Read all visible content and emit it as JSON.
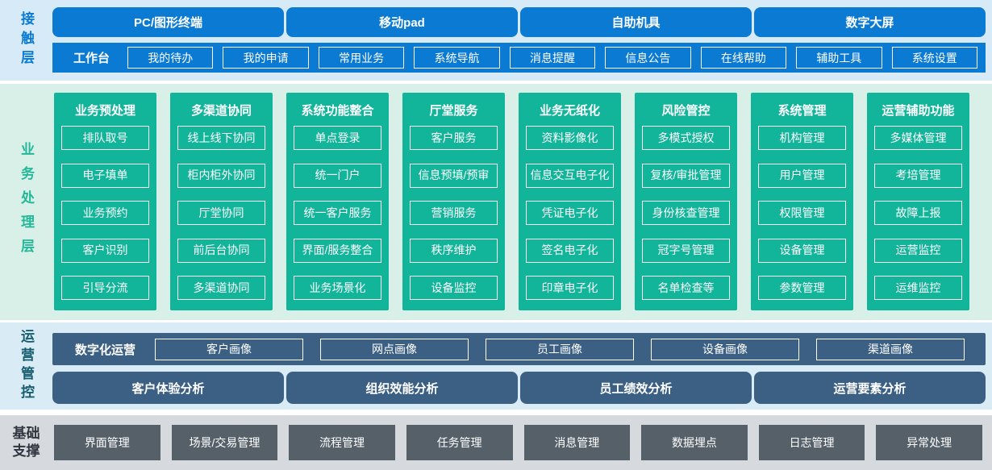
{
  "theme": {
    "blue": "#0b7ad3",
    "teal_green": "#12b49a",
    "slate_blue": "#3c6084",
    "slate_gray": "#566069",
    "contact_band_bg": "#d6ebf7",
    "business_band_bg": "#d9f0e9",
    "operations_band_bg": "#d9ebf5",
    "foundation_band_bg": "#d6d9dd",
    "contact_label_color": "#0b7ad3",
    "business_label_color": "#25b898",
    "operations_label_color": "#175d70",
    "foundation_label_color": "#30363f"
  },
  "contact": {
    "label": "接触层",
    "channels": [
      "PC/图形终端",
      "移动pad",
      "自助机具",
      "数字大屏"
    ],
    "workbench": {
      "label": "工作台",
      "items": [
        "我的待办",
        "我的申请",
        "常用业务",
        "系统导航",
        "消息提醒",
        "信息公告",
        "在线帮助",
        "辅助工具",
        "系统设置"
      ]
    }
  },
  "business": {
    "label": "业务处理层",
    "columns": [
      {
        "title": "业务预处理",
        "items": [
          "排队取号",
          "电子填单",
          "业务预约",
          "客户识别",
          "引导分流"
        ]
      },
      {
        "title": "多渠道协同",
        "items": [
          "线上线下协同",
          "柜内柜外协同",
          "厅堂协同",
          "前后台协同",
          "多渠道协同"
        ]
      },
      {
        "title": "系统功能整合",
        "items": [
          "单点登录",
          "统一门户",
          "统一客户服务",
          "界面/服务整合",
          "业务场景化"
        ]
      },
      {
        "title": "厅堂服务",
        "items": [
          "客户服务",
          "信息预填/预审",
          "营销服务",
          "秩序维护",
          "设备监控"
        ]
      },
      {
        "title": "业务无纸化",
        "items": [
          "资料影像化",
          "信息交互电子化",
          "凭证电子化",
          "签名电子化",
          "印章电子化"
        ]
      },
      {
        "title": "风险管控",
        "items": [
          "多模式授权",
          "复核/审批管理",
          "身份核查管理",
          "冠字号管理",
          "名单检查等"
        ]
      },
      {
        "title": "系统管理",
        "items": [
          "机构管理",
          "用户管理",
          "权限管理",
          "设备管理",
          "参数管理"
        ]
      },
      {
        "title": "运营辅助功能",
        "items": [
          "多媒体管理",
          "考培管理",
          "故障上报",
          "运营监控",
          "运维监控"
        ]
      }
    ]
  },
  "operations": {
    "label": "运营管控",
    "digital_ops": {
      "label": "数字化运营",
      "items": [
        "客户画像",
        "网点画像",
        "员工画像",
        "设备画像",
        "渠道画像"
      ]
    },
    "analysis": [
      "客户体验分析",
      "组织效能分析",
      "员工绩效分析",
      "运营要素分析"
    ]
  },
  "foundation": {
    "label": "基础支撑",
    "items": [
      "界面管理",
      "场景/交易管理",
      "流程管理",
      "任务管理",
      "消息管理",
      "数据埋点",
      "日志管理",
      "异常处理"
    ]
  }
}
